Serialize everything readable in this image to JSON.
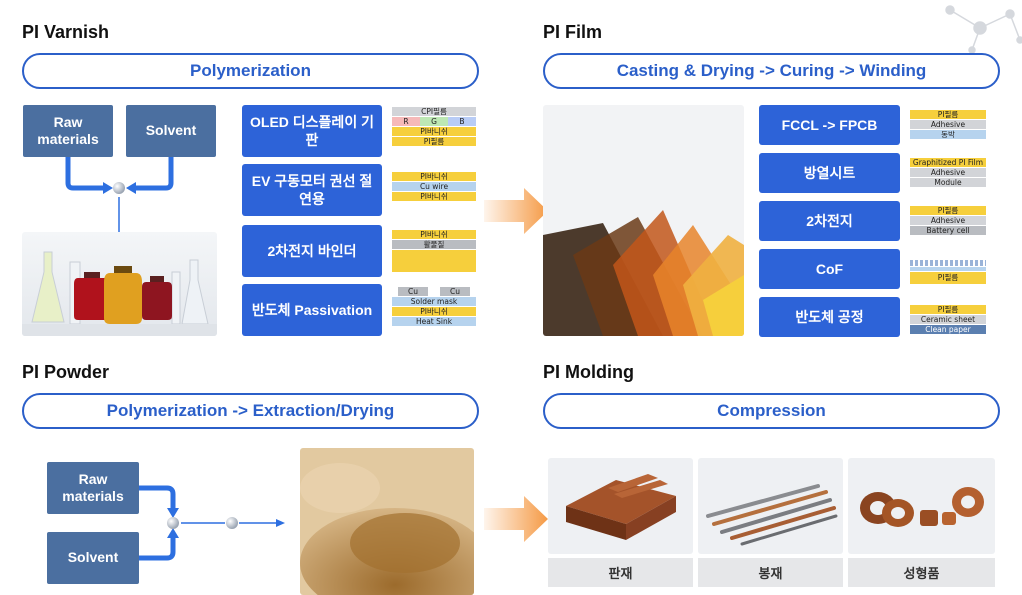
{
  "varnish": {
    "title": "PI Varnish",
    "process": "Polymerization",
    "raw": "Raw materials",
    "solvent": "Solvent",
    "apps": [
      {
        "label": "OLED 디스플레이 기판",
        "layers": [
          {
            "text": "CPI필름",
            "color": "gray"
          },
          {
            "text": "",
            "color": "rgb"
          },
          {
            "text": "PI바니쉬",
            "color": "yellow"
          },
          {
            "text": "PI필름",
            "color": "yellow"
          }
        ]
      },
      {
        "label": "EV 구동모터 권선 절연용",
        "layers": [
          {
            "text": "PI바니쉬",
            "color": "yellow"
          },
          {
            "text": "Cu wire",
            "color": "blue"
          },
          {
            "text": "PI바니쉬",
            "color": "yellow"
          }
        ]
      },
      {
        "label": "2차전지 바인더",
        "layers": [
          {
            "text": "PI바니쉬",
            "color": "yellow"
          },
          {
            "text": "활물질",
            "color": "mgray"
          }
        ]
      },
      {
        "label": "반도체 Passivation",
        "layers": [
          {
            "text": "",
            "color": "cu"
          },
          {
            "text": "Solder mask",
            "color": "blue"
          },
          {
            "text": "PI바니쉬",
            "color": "yellow"
          },
          {
            "text": "Heat Sink",
            "color": "blue"
          }
        ]
      }
    ],
    "rgb": [
      "R",
      "G",
      "B"
    ],
    "cu": [
      "Cu",
      "Cu"
    ]
  },
  "film": {
    "title": "PI Film",
    "process": "Casting & Drying -> Curing -> Winding",
    "apps": [
      {
        "label": "FCCL -> FPCB",
        "layers": [
          {
            "text": "PI필름",
            "color": "yellow"
          },
          {
            "text": "Adhesive",
            "color": "gray"
          },
          {
            "text": "동박",
            "color": "blue"
          }
        ]
      },
      {
        "label": "방열시트",
        "layers": [
          {
            "text": "Graphitized PI Film",
            "color": "yellow"
          },
          {
            "text": "Adhesive",
            "color": "gray"
          },
          {
            "text": "Module",
            "color": "gray"
          }
        ]
      },
      {
        "label": "2차전지",
        "layers": [
          {
            "text": "PI필름",
            "color": "yellow"
          },
          {
            "text": "Adhesive",
            "color": "gray"
          },
          {
            "text": "Battery cell",
            "color": "mgray"
          }
        ]
      },
      {
        "label": "CoF",
        "layers": [
          {
            "text": "PI필름",
            "color": "yellow"
          }
        ]
      },
      {
        "label": "반도체 공정",
        "layers": [
          {
            "text": "PI필름",
            "color": "yellow"
          },
          {
            "text": "Ceramic sheet",
            "color": "gray"
          },
          {
            "text": "Clean paper",
            "color": "slate"
          }
        ]
      }
    ]
  },
  "powder": {
    "title": "PI Powder",
    "process": "Polymerization -> Extraction/Drying",
    "raw": "Raw materials",
    "solvent": "Solvent"
  },
  "molding": {
    "title": "PI Molding",
    "process": "Compression",
    "products": [
      "판재",
      "봉재",
      "성형품"
    ]
  },
  "colors": {
    "accent": "#2b5fc9",
    "app_box": "#2d63d8",
    "slate_box": "#4b6fa0",
    "arrow": "#f59a45",
    "flow_arrow": "#2d6fe0"
  }
}
